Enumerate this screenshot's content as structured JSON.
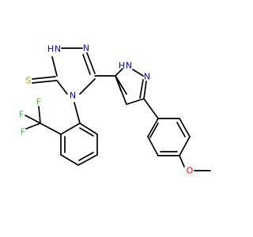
{
  "molecule": {
    "atoms": {
      "s1": {
        "text": "S",
        "color": "#b3a100"
      },
      "nh1": {
        "text": "H",
        "color": "#0000ff"
      },
      "nh1n": {
        "text": "N",
        "color": "#0000ff"
      },
      "n2": {
        "text": "N",
        "color": "#0000ff"
      },
      "n4": {
        "text": "N",
        "color": "#0000ff"
      },
      "nhp": {
        "text": "H",
        "color": "#0000ff"
      },
      "nhpn": {
        "text": "N",
        "color": "#0000ff"
      },
      "np": {
        "text": "N",
        "color": "#0000ff"
      },
      "f1": {
        "text": "F",
        "color": "#33cc33"
      },
      "f2": {
        "text": "F",
        "color": "#33cc33"
      },
      "f3": {
        "text": "F",
        "color": "#33cc33"
      },
      "o1": {
        "text": "O",
        "color": "#ff0000"
      }
    }
  }
}
